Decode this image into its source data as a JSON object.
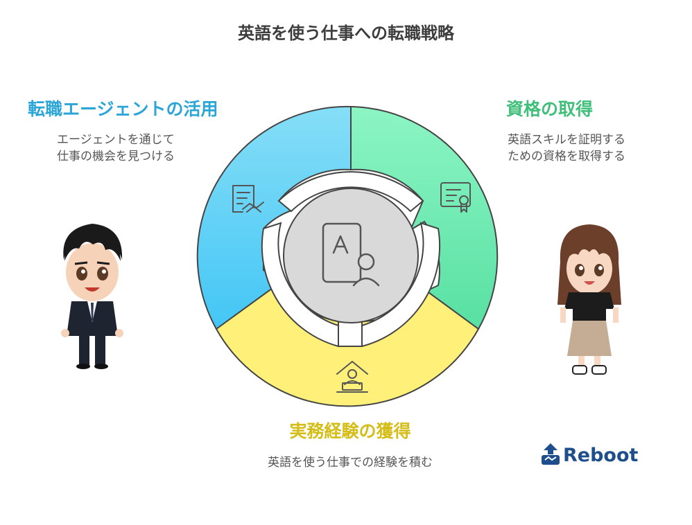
{
  "title": "英語を使う仕事への転職戦略",
  "sections": {
    "agent": {
      "heading": "転職エージェントの活用",
      "desc_line1": "エージェントを通じて",
      "desc_line2": "仕事の機会を見つける",
      "color": "#2aa5d8",
      "fill_top": "#86def7",
      "fill_bottom": "#43c6f5",
      "icon": "contract-handshake-icon"
    },
    "cert": {
      "heading": "資格の取得",
      "desc_line1": "英語スキルを証明する",
      "desc_line2": "ための資格を取得する",
      "color": "#3fbf7a",
      "fill_top": "#8cf5c4",
      "fill_bottom": "#58e0a2",
      "icon": "certificate-icon"
    },
    "experience": {
      "heading": "実務経験の獲得",
      "desc": "英語を使う仕事での経験を積む",
      "color": "#d4bd16",
      "fill": "#fff07a",
      "icon": "remote-work-icon"
    }
  },
  "center": {
    "icon": "language-person-icon",
    "fill": "#d9d9d9"
  },
  "characters": {
    "left": "businessman-illustration",
    "right": "woman-illustration"
  },
  "logo": {
    "text": "Reboot",
    "icon": "reboot-logo-icon",
    "color": "#1f4e8c"
  }
}
